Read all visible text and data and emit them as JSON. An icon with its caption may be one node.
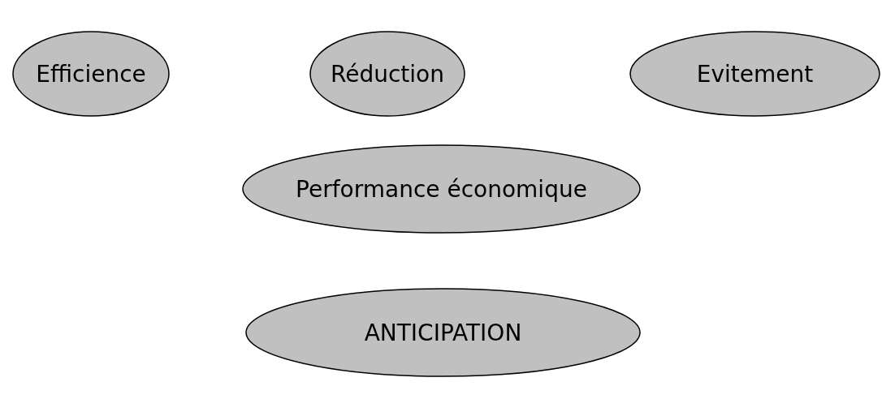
{
  "diagram": {
    "nodes": [
      {
        "text": [
          "Efficience"
        ]
      },
      {
        "text": [
          "Réduction"
        ]
      },
      {
        "text": [
          "Evitement"
        ]
      },
      {
        "text": [
          "Performance économique"
        ]
      },
      {
        "text": [
          "ANTICIPATION"
        ]
      }
    ]
  }
}
